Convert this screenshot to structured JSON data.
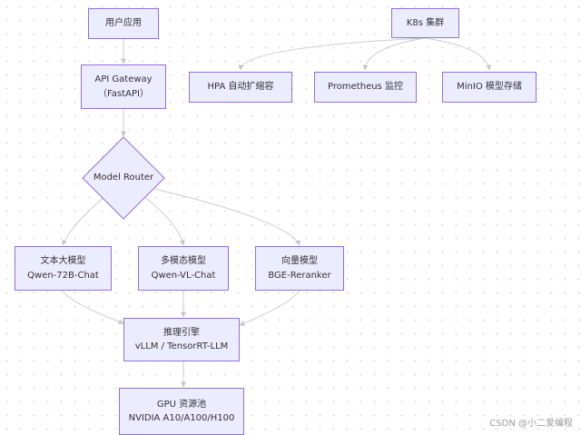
{
  "nodes": {
    "user_app": "用户应用",
    "api_gateway": [
      "API Gateway",
      "（FastAPI）"
    ],
    "model_router": "Model Router",
    "text_model": [
      "文本大模型",
      "Qwen-72B-Chat"
    ],
    "multimodal_model": [
      "多模态模型",
      "Qwen-VL-Chat"
    ],
    "vector_model": [
      "向量模型",
      "BGE-Reranker"
    ],
    "inference_engine": [
      "推理引擎",
      "vLLM / TensorRT-LLM"
    ],
    "gpu_pool": [
      "GPU 资源池",
      "NVIDIA A10/A100/H100"
    ],
    "k8s_cluster": "K8s 集群",
    "hpa": "HPA 自动扩缩容",
    "prometheus": "Prometheus 监控",
    "minio": "MinIO 模型存储"
  },
  "watermark": "CSDN @小二爱编程",
  "colors": {
    "node_fill": "#ECECFF",
    "node_border": "#9370DB",
    "edge": "#CCCCCC",
    "text": "#333333"
  }
}
